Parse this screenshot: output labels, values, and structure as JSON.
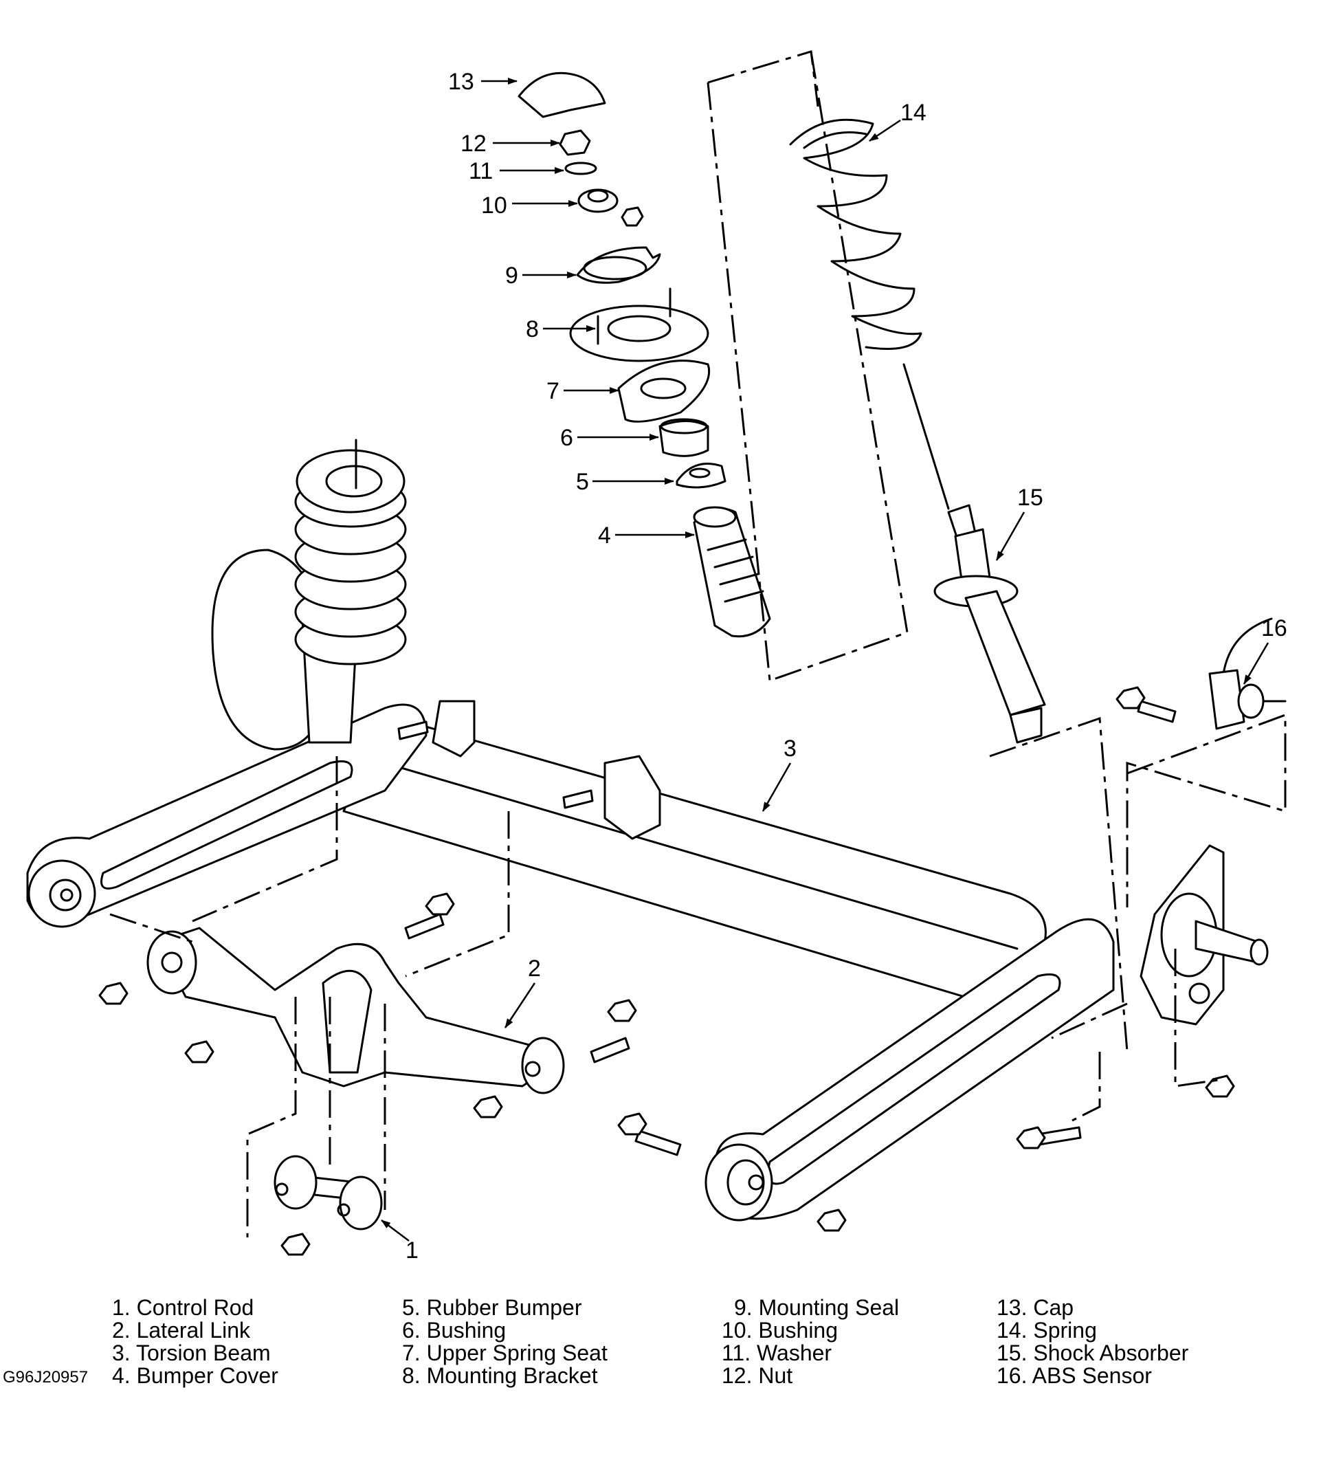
{
  "diagram": {
    "callouts": [
      "1",
      "2",
      "3",
      "4",
      "5",
      "6",
      "7",
      "8",
      "9",
      "10",
      "11",
      "12",
      "13",
      "14",
      "15",
      "16"
    ],
    "figure_code": "G96J20957"
  },
  "legend": {
    "col1": [
      "1. Control Rod",
      "2. Lateral Link",
      "3. Torsion Beam",
      "4. Bumper Cover"
    ],
    "col2": [
      "5. Rubber Bumper",
      "6. Bushing",
      "7. Upper Spring Seat",
      "8. Mounting Bracket"
    ],
    "col3": [
      "9. Mounting Seal",
      "10. Bushing",
      "11. Washer",
      "12. Nut"
    ],
    "col4": [
      "13. Cap",
      "14. Spring",
      "15. Shock Absorber",
      "16. ABS Sensor"
    ]
  }
}
